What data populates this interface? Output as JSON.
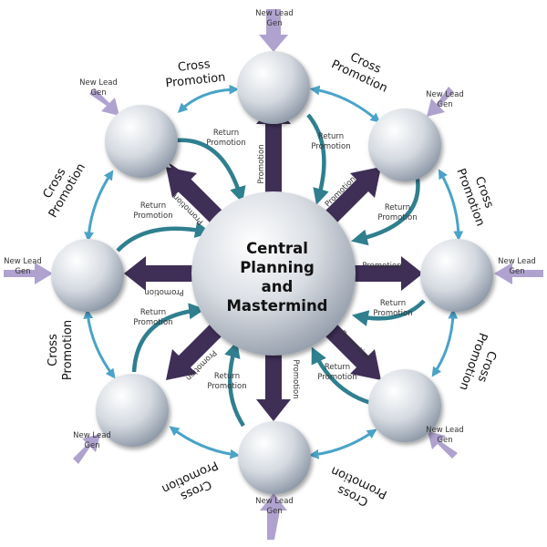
{
  "center": {
    "lines": [
      "Central",
      "Planning",
      "and",
      "Mastermind"
    ]
  },
  "labels": {
    "promotion": "Promotion",
    "return_line1": "Return",
    "return_line2": "Promotion",
    "lead_line1": "New Lead",
    "lead_line2": "Gen",
    "cross_line1": "Cross",
    "cross_line2": "Promotion"
  },
  "colors": {
    "promotion_arrow": "#3f2f57",
    "return_arrow": "#2f7f8f",
    "cross_arrow": "#4aa3c8",
    "lead_arrow": "#b0a2cf",
    "node_light": "#ffffff",
    "node_dark": "#8c97a6"
  },
  "nodes": [
    {
      "id": "top"
    },
    {
      "id": "top-right"
    },
    {
      "id": "right"
    },
    {
      "id": "bottom-right"
    },
    {
      "id": "bottom"
    },
    {
      "id": "bottom-left"
    },
    {
      "id": "left"
    },
    {
      "id": "top-left"
    }
  ]
}
